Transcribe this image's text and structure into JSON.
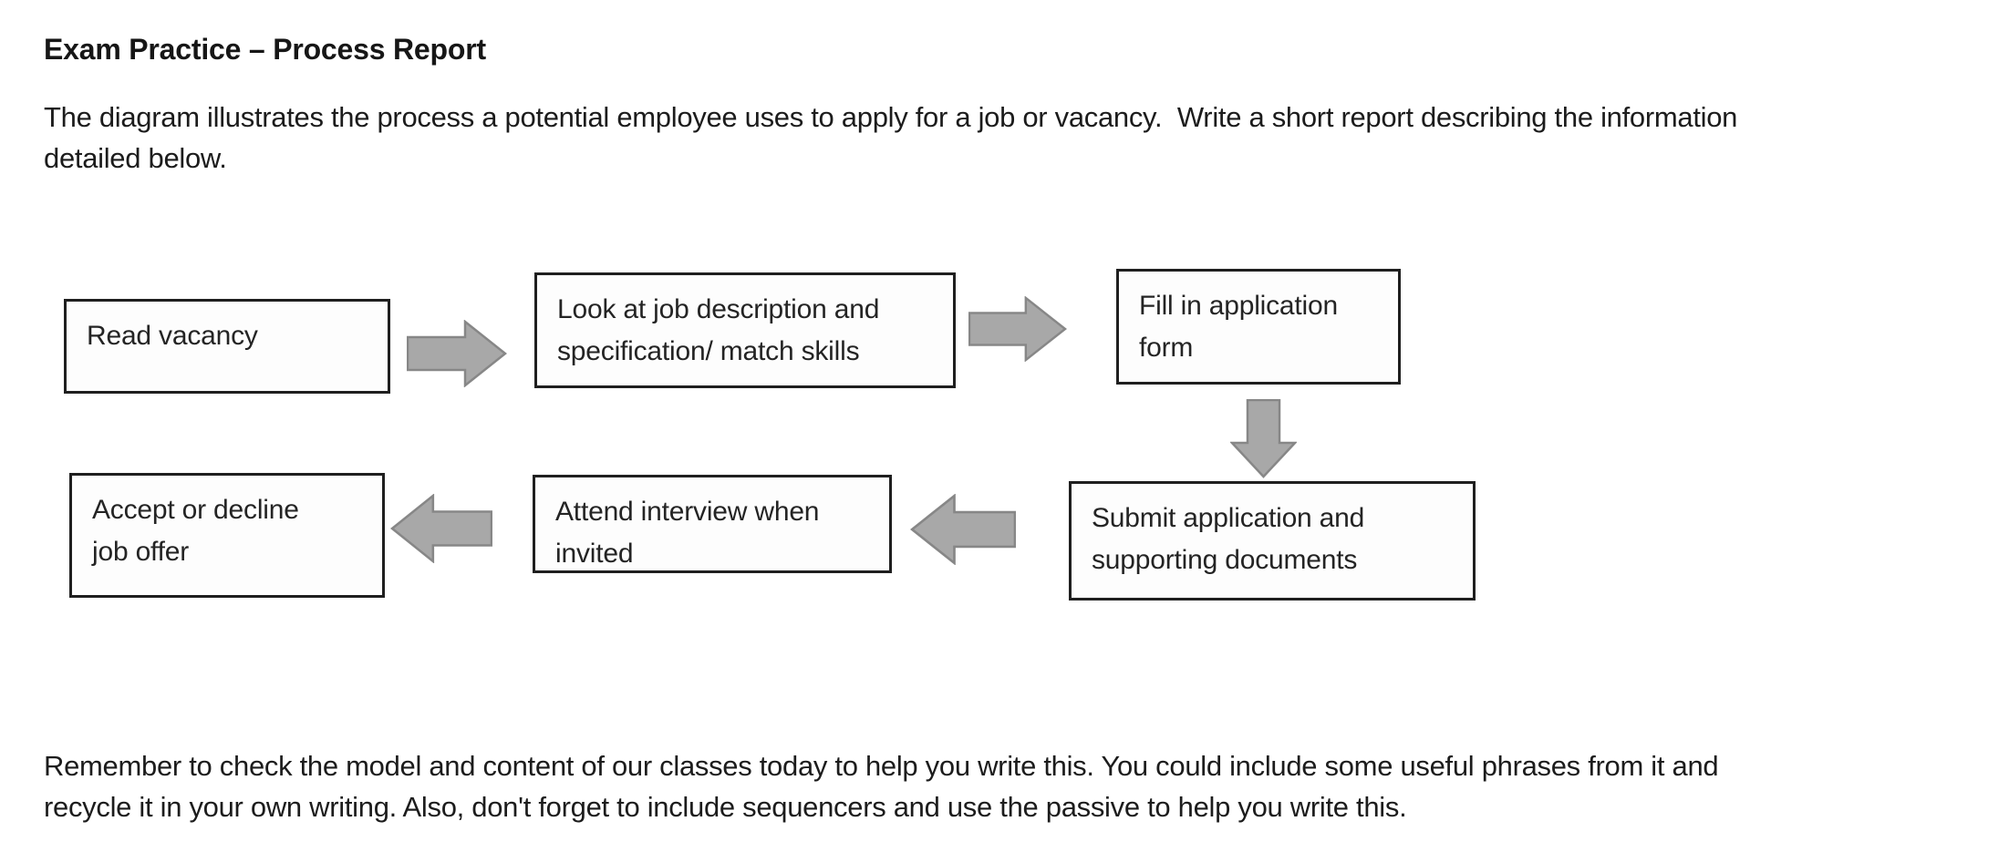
{
  "page": {
    "title": "Exam Practice – Process Report",
    "intro_lines": [
      "The diagram illustrates the process a potential employee uses to apply for a job or vacancy.  Write a short report describing the information",
      "detailed below."
    ],
    "footer_lines": [
      "Remember to check the model and content of our classes today to help you write this. You could include some useful phrases from it and",
      "recycle it in your own writing. Also, don't forget to include sequencers and use the passive to help you write this."
    ],
    "text_color": "#1c1c1c"
  },
  "flowchart": {
    "boxes": [
      {
        "id": "read-vacancy",
        "label": "Read vacancy",
        "lines": [
          "Read vacancy"
        ]
      },
      {
        "id": "job-description",
        "label": "Look at job description and specification/ match skills",
        "lines": [
          "Look at job description and",
          "specification/ match skills"
        ]
      },
      {
        "id": "application-form",
        "label": "Fill in application form",
        "lines": [
          "Fill in application",
          "form"
        ]
      },
      {
        "id": "submit-application",
        "label": "Submit application and supporting documents",
        "lines": [
          "Submit application and",
          "supporting documents"
        ]
      },
      {
        "id": "attend-interview",
        "label": "Attend interview when invited",
        "lines": [
          "Attend interview when",
          "invited"
        ]
      },
      {
        "id": "accept-decline",
        "label": "Accept or decline job offer",
        "lines": [
          "Accept or decline",
          "job offer"
        ]
      }
    ],
    "arrows": [
      {
        "from": "read-vacancy",
        "to": "job-description",
        "direction": "right"
      },
      {
        "from": "job-description",
        "to": "application-form",
        "direction": "right"
      },
      {
        "from": "application-form",
        "to": "submit-application",
        "direction": "down"
      },
      {
        "from": "submit-application",
        "to": "attend-interview",
        "direction": "left"
      },
      {
        "from": "attend-interview",
        "to": "accept-decline",
        "direction": "left"
      }
    ],
    "arrow_fill": "#a8a8a8",
    "arrow_border": "#878787",
    "box_border_color": "#1f1f1f",
    "box_fill": "#fdfdfd"
  }
}
